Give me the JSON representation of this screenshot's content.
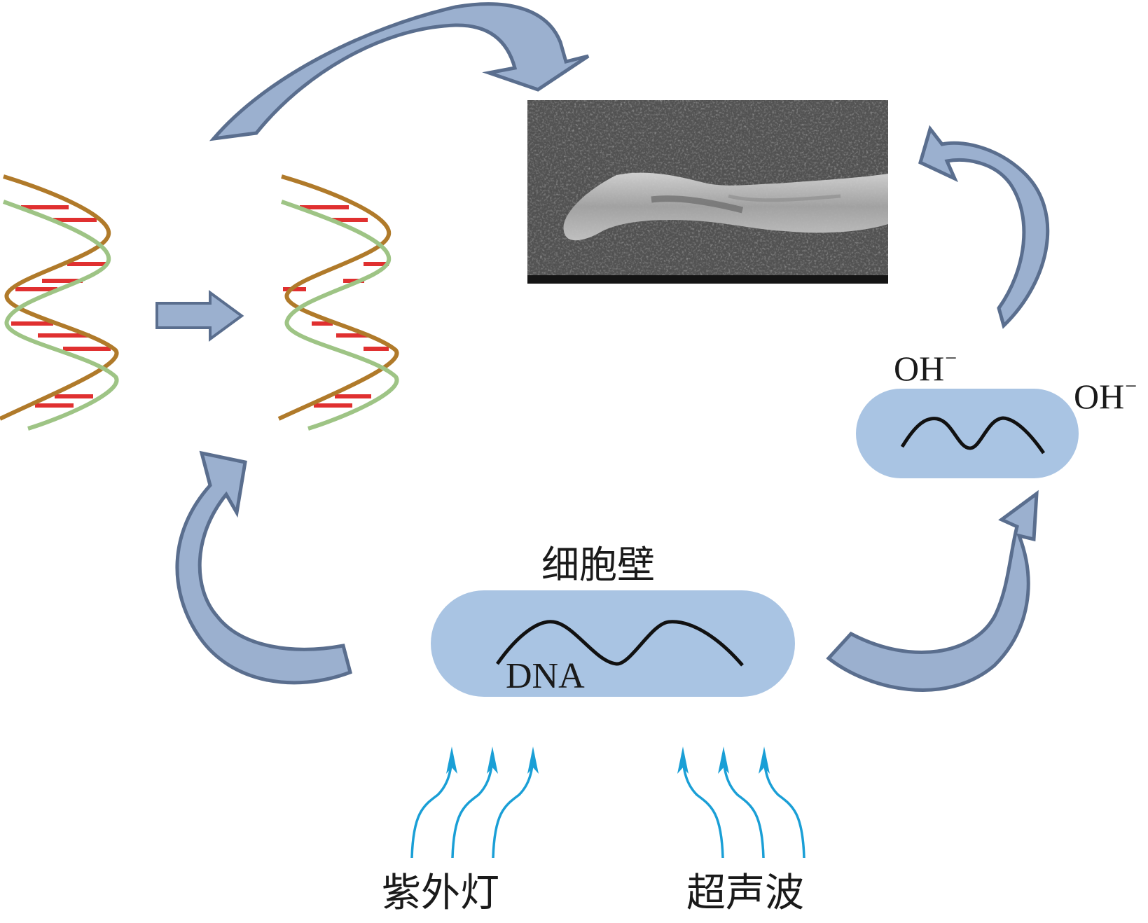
{
  "figure": {
    "description": "Mechanism diagram: UV light and ultrasound act on a bacterial cell (cell wall + DNA), causing DNA damage and OH- attack, resulting in damaged cell morphology (SEM micrograph).",
    "labels": {
      "cell_wall": "细胞壁",
      "dna": "DNA",
      "uv_lamp": "紫外灯",
      "ultrasound": "超声波",
      "hydroxide_1": "OH",
      "hydroxide_1_charge": "−",
      "hydroxide_2": "OH",
      "hydroxide_2_charge": "−"
    },
    "elements": {
      "dna_helix_intact": "Intact double-stranded DNA helix with base-pair bonds",
      "dna_helix_damaged": "Damaged DNA helix with broken base-pair bonds",
      "sem_image": "SEM micrograph of a damaged rod-shaped bacterial cell"
    },
    "colors": {
      "arrow_fill": "#9bb0cf",
      "arrow_stroke": "#5a6e8e",
      "cell_fill": "#a9c4e3",
      "strand_brown": "#b07a2a",
      "strand_green": "#9ec485",
      "base_pair_red": "#e03030",
      "wave_arrow_blue": "#1a9fd6",
      "dna_line": "#111111"
    }
  }
}
